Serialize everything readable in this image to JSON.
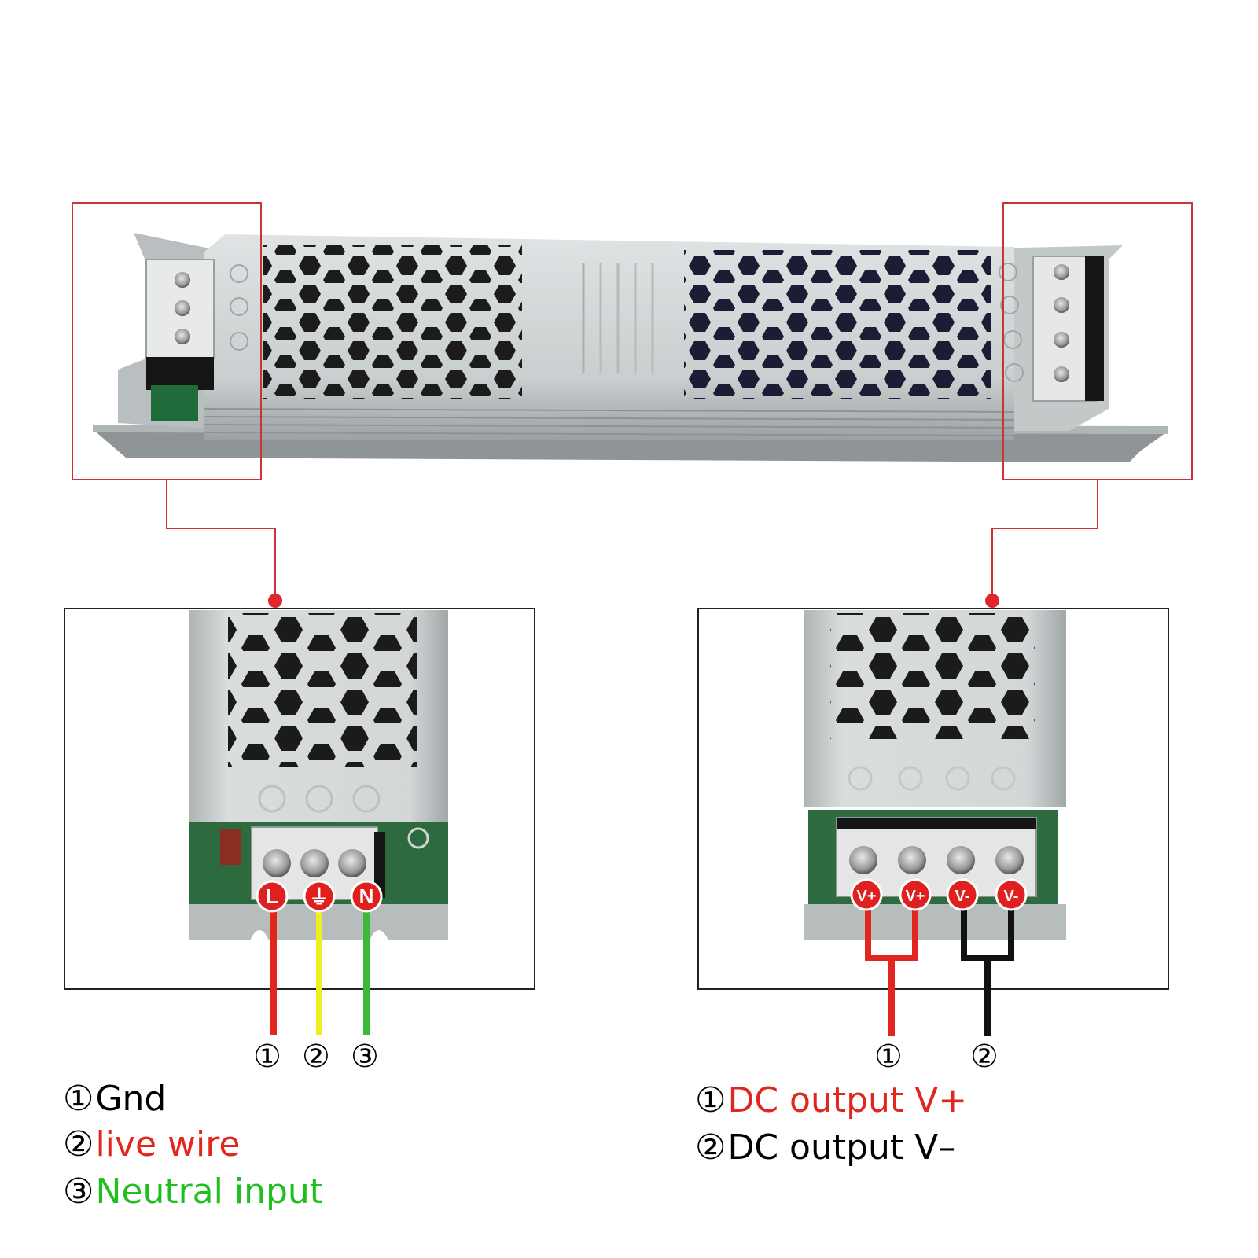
{
  "input_terminals": {
    "markers": [
      "L",
      "⏚",
      "N"
    ],
    "wire_numbers": [
      "①",
      "②",
      "③"
    ]
  },
  "output_terminals": {
    "markers": [
      "V+",
      "V+",
      "V-",
      "V-"
    ],
    "wire_numbers": [
      "①",
      "②"
    ]
  },
  "input_legend": [
    {
      "num": "①",
      "text": "Gnd",
      "color": "#000000"
    },
    {
      "num": "②",
      "text": "live wire",
      "color": "#e0261f"
    },
    {
      "num": "③",
      "text": "Neutral input",
      "color": "#1fbf1f"
    }
  ],
  "output_legend": [
    {
      "num": "①",
      "text": "DC output V+",
      "color": "#e0261f"
    },
    {
      "num": "②",
      "text": "DC output V–",
      "color": "#000000"
    }
  ],
  "colors": {
    "callout_box": "#c8343a",
    "wire_red": "#e0261f",
    "wire_yellow": "#eeee22",
    "wire_green": "#3cb83a",
    "wire_black": "#111111",
    "terminal_marker": "#e01f1f"
  },
  "icons": [
    "honeycomb-vent",
    "screw-terminal",
    "ground-symbol"
  ]
}
